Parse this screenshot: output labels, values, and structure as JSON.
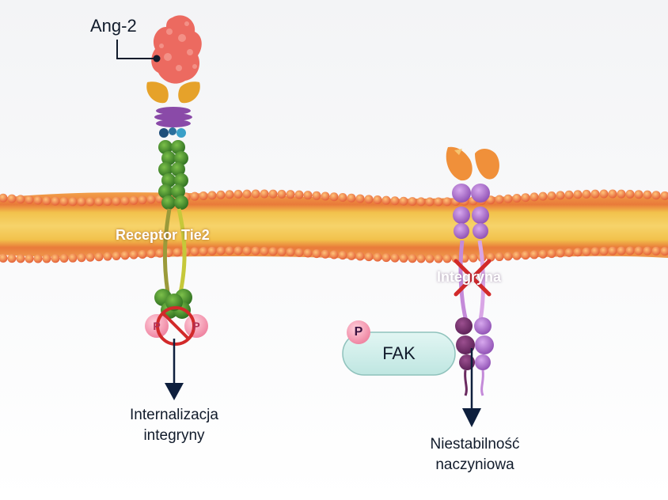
{
  "labels": {
    "ligand": "Ang-2",
    "receptor": "Receptor Tie2",
    "integrin": "Integryna",
    "kinase": "FAK",
    "phospho": "P",
    "outcome_left_line1": "Internalizacja",
    "outcome_left_line2": "integryny",
    "outcome_right_line1": "Niestabilność",
    "outcome_right_line2": "naczyniowa"
  },
  "colors": {
    "membrane_head": "#e8923a",
    "membrane_core": "#f0c24a",
    "ang2": "#ec6a60",
    "receptor_green": "#3f8a2c",
    "receptor_purple": "#8a4aa8",
    "integrin_purple": "#b57ad0",
    "fak_fill": "#cdeeea",
    "phospho_fill": "#f58ca8",
    "block_red": "#d22a2a",
    "arrow_navy": "#0e1f3d"
  },
  "icons": [
    "ang2-protein-icon",
    "tie2-receptor-icon",
    "integrin-icon",
    "phosphate-icon",
    "blocked-icon",
    "cross-mark-icon",
    "down-arrow-icon"
  ]
}
